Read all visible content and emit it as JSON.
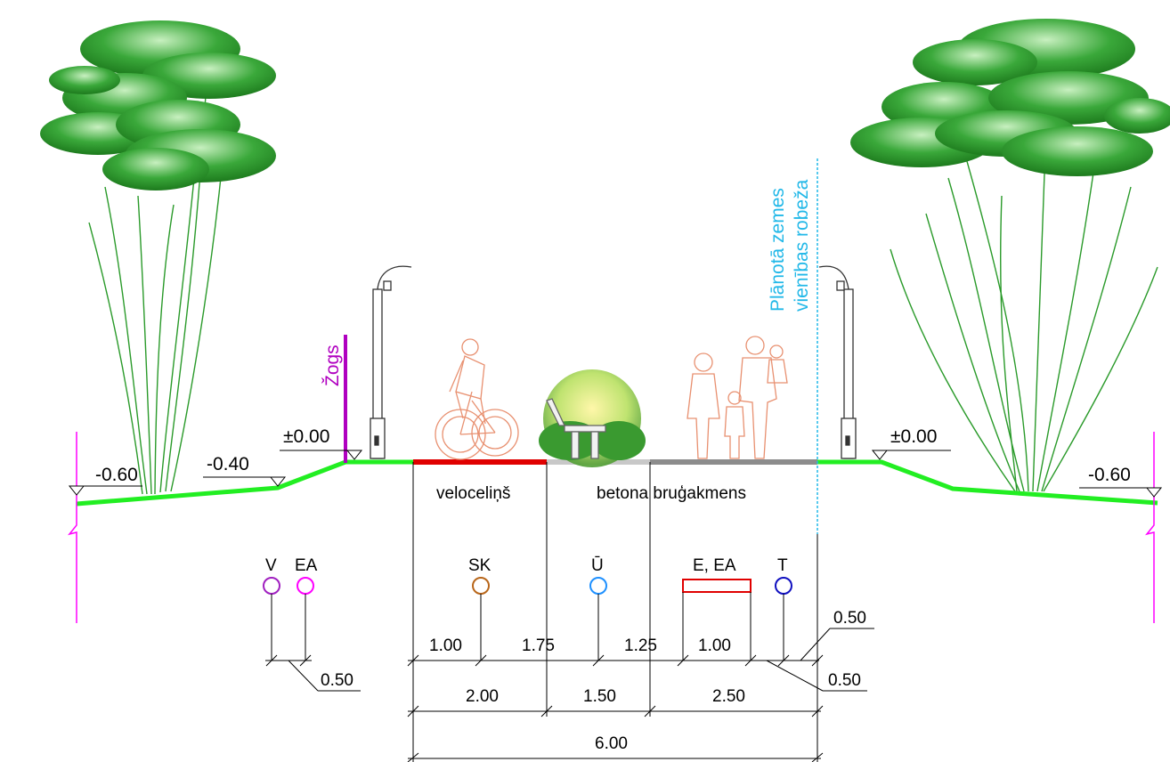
{
  "colors": {
    "ground": "#22ee22",
    "bike_path": "#e00000",
    "paving": "#8c8c8c",
    "paving_light": "#c8c8c8",
    "fence": "#b000c0",
    "boundary": "#22b8e8",
    "edge_marker": "#ff00ff",
    "people": "#e89070",
    "trees": "#2a9a2a"
  },
  "elevations": {
    "left_outer": "-0.60",
    "left_inner": "-0.40",
    "left_zero": "±0.00",
    "right_zero": "±0.00",
    "right_outer": "-0.60"
  },
  "labels": {
    "fence": "Žogs",
    "boundary_line1": "Plānotā zemes",
    "boundary_line2": "vienības robeža",
    "bike_path": "veloceliņš",
    "paving": "betona bruģakmens"
  },
  "utilities": [
    {
      "code": "V",
      "color": "#a020c0",
      "shape": "circle"
    },
    {
      "code": "EA",
      "color": "#ff00ff",
      "shape": "circle"
    },
    {
      "code": "SK",
      "color": "#b8661a",
      "shape": "circle"
    },
    {
      "code": "Ū",
      "color": "#1e90ff",
      "shape": "circle"
    },
    {
      "code": "E, EA",
      "color": "#e00000",
      "shape": "rect"
    },
    {
      "code": "T",
      "color": "#1010c0",
      "shape": "circle"
    }
  ],
  "dimensions": {
    "row1": [
      "1.00",
      "1.75",
      "1.25",
      "1.00"
    ],
    "row2": [
      "2.00",
      "1.50",
      "2.50"
    ],
    "total": "6.00",
    "left_offset": "0.50",
    "right_offset_top": "0.50",
    "right_offset_bottom": "0.50"
  }
}
